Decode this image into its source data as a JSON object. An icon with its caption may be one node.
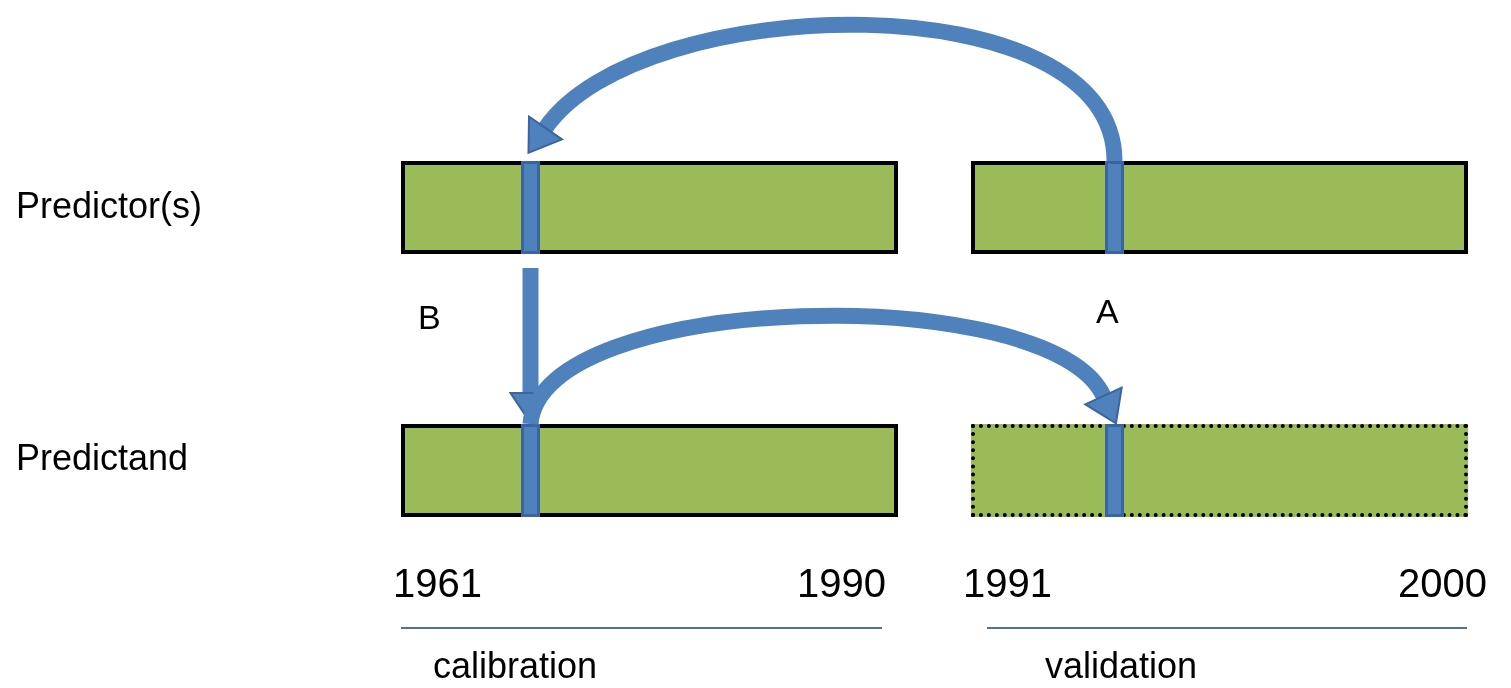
{
  "diagram": {
    "nodes": [
      {
        "text": [],
        "shape": "bar"
      },
      {
        "text": [],
        "shape": "bar"
      },
      {
        "text": [],
        "shape": "bar"
      },
      {
        "text": [],
        "shape": "bar"
      },
      {
        "text": [],
        "shape": "bar",
        "in": 0
      },
      {
        "text": [],
        "shape": "bar",
        "in": 1
      },
      {
        "text": [],
        "shape": "bar",
        "in": 2
      },
      {
        "text": [],
        "shape": "bar",
        "in": 3
      }
    ],
    "edges": [
      {
        "from": 5,
        "to": 4,
        "arrow": "to"
      },
      {
        "from": 4,
        "to": 6,
        "arrow": "to"
      },
      {
        "from": 6,
        "to": 7,
        "arrow": "to"
      }
    ],
    "labels": [
      "Predictor(s)",
      "B",
      "A",
      "Predictand",
      "1961",
      "1990",
      "1991",
      "2000",
      "calibration",
      "validation"
    ]
  }
}
